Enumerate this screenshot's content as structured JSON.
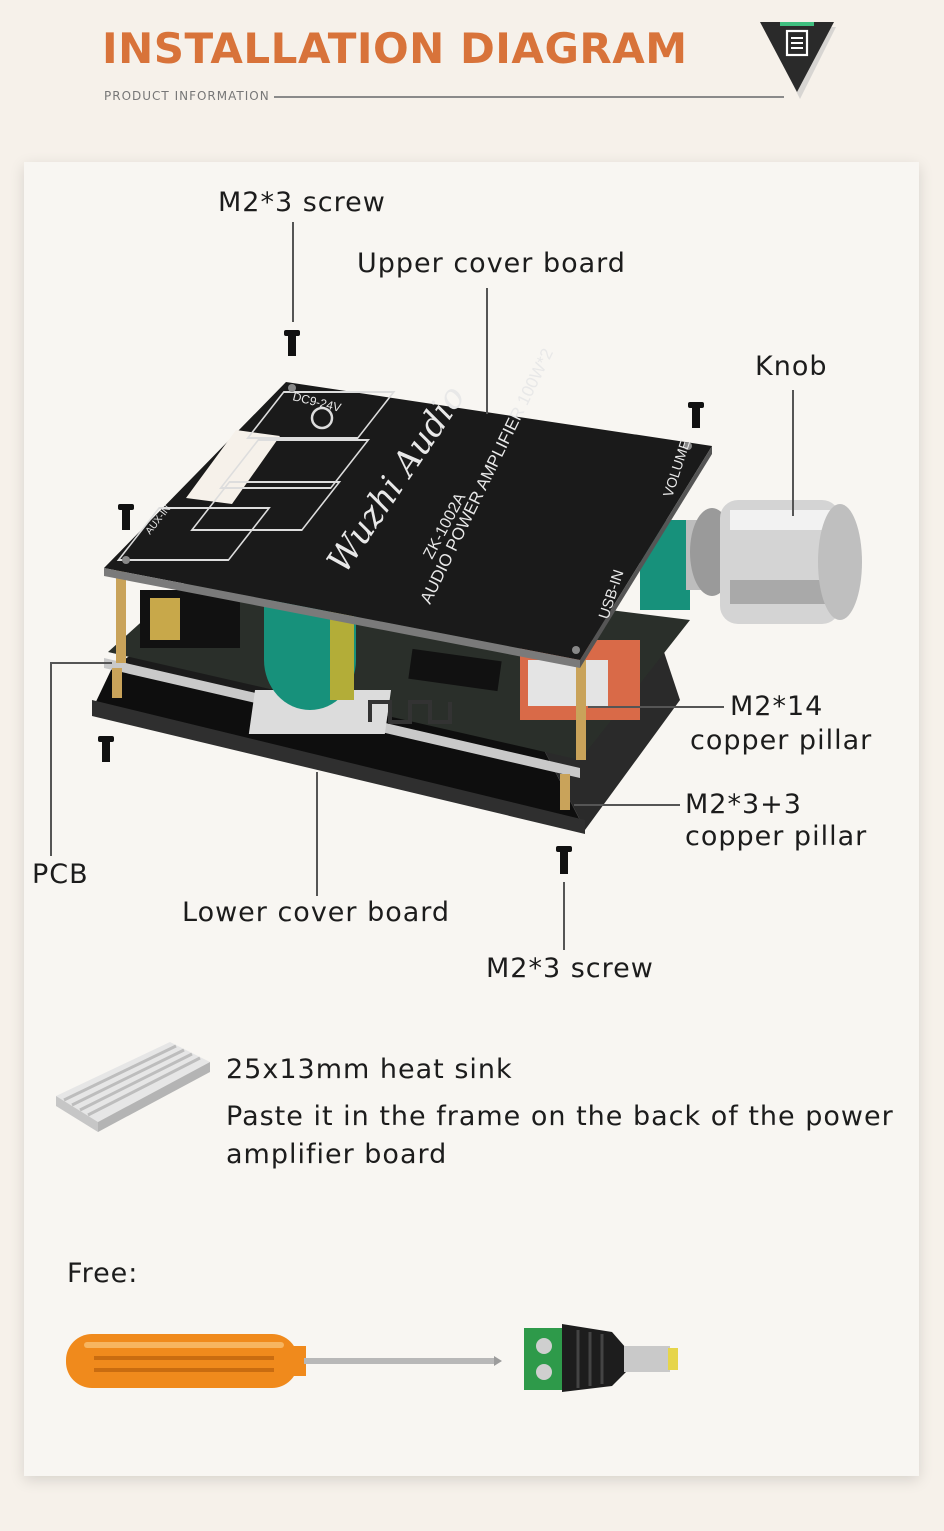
{
  "header": {
    "title": "INSTALLATION DIAGRAM",
    "subtitle": "PRODUCT INFORMATION"
  },
  "board": {
    "brand": "Wuzhi Audio",
    "model": "ZK-1002A",
    "description": "AUDIO POWER AMPLIFIER 100W*2",
    "power_label": "DC9-24V",
    "volume_label": "VOLUME",
    "usb_label": "USB-IN",
    "aux_label": "AUX-IN"
  },
  "labels": {
    "screw_top": "M2*3 screw",
    "upper_cover": "Upper cover board",
    "knob": "Knob",
    "pillar_14_line1": "M2*14",
    "pillar_14_line2": "copper pillar",
    "pillar_3_line1": "M2*3+3",
    "pillar_3_line2": "copper pillar",
    "pcb": "PCB",
    "lower_cover": "Lower cover board",
    "screw_bottom": "M2*3 screw"
  },
  "heat_sink": {
    "title": "25x13mm heat sink",
    "description": "Paste it in the frame on the back of the power amplifier board"
  },
  "free": {
    "label": "Free:"
  },
  "colors": {
    "accent": "#d8733a",
    "board": "#1c1c1c",
    "capacitor": "#16987f",
    "screwdriver": "#f08a1c",
    "terminal": "#2e9a4a"
  }
}
